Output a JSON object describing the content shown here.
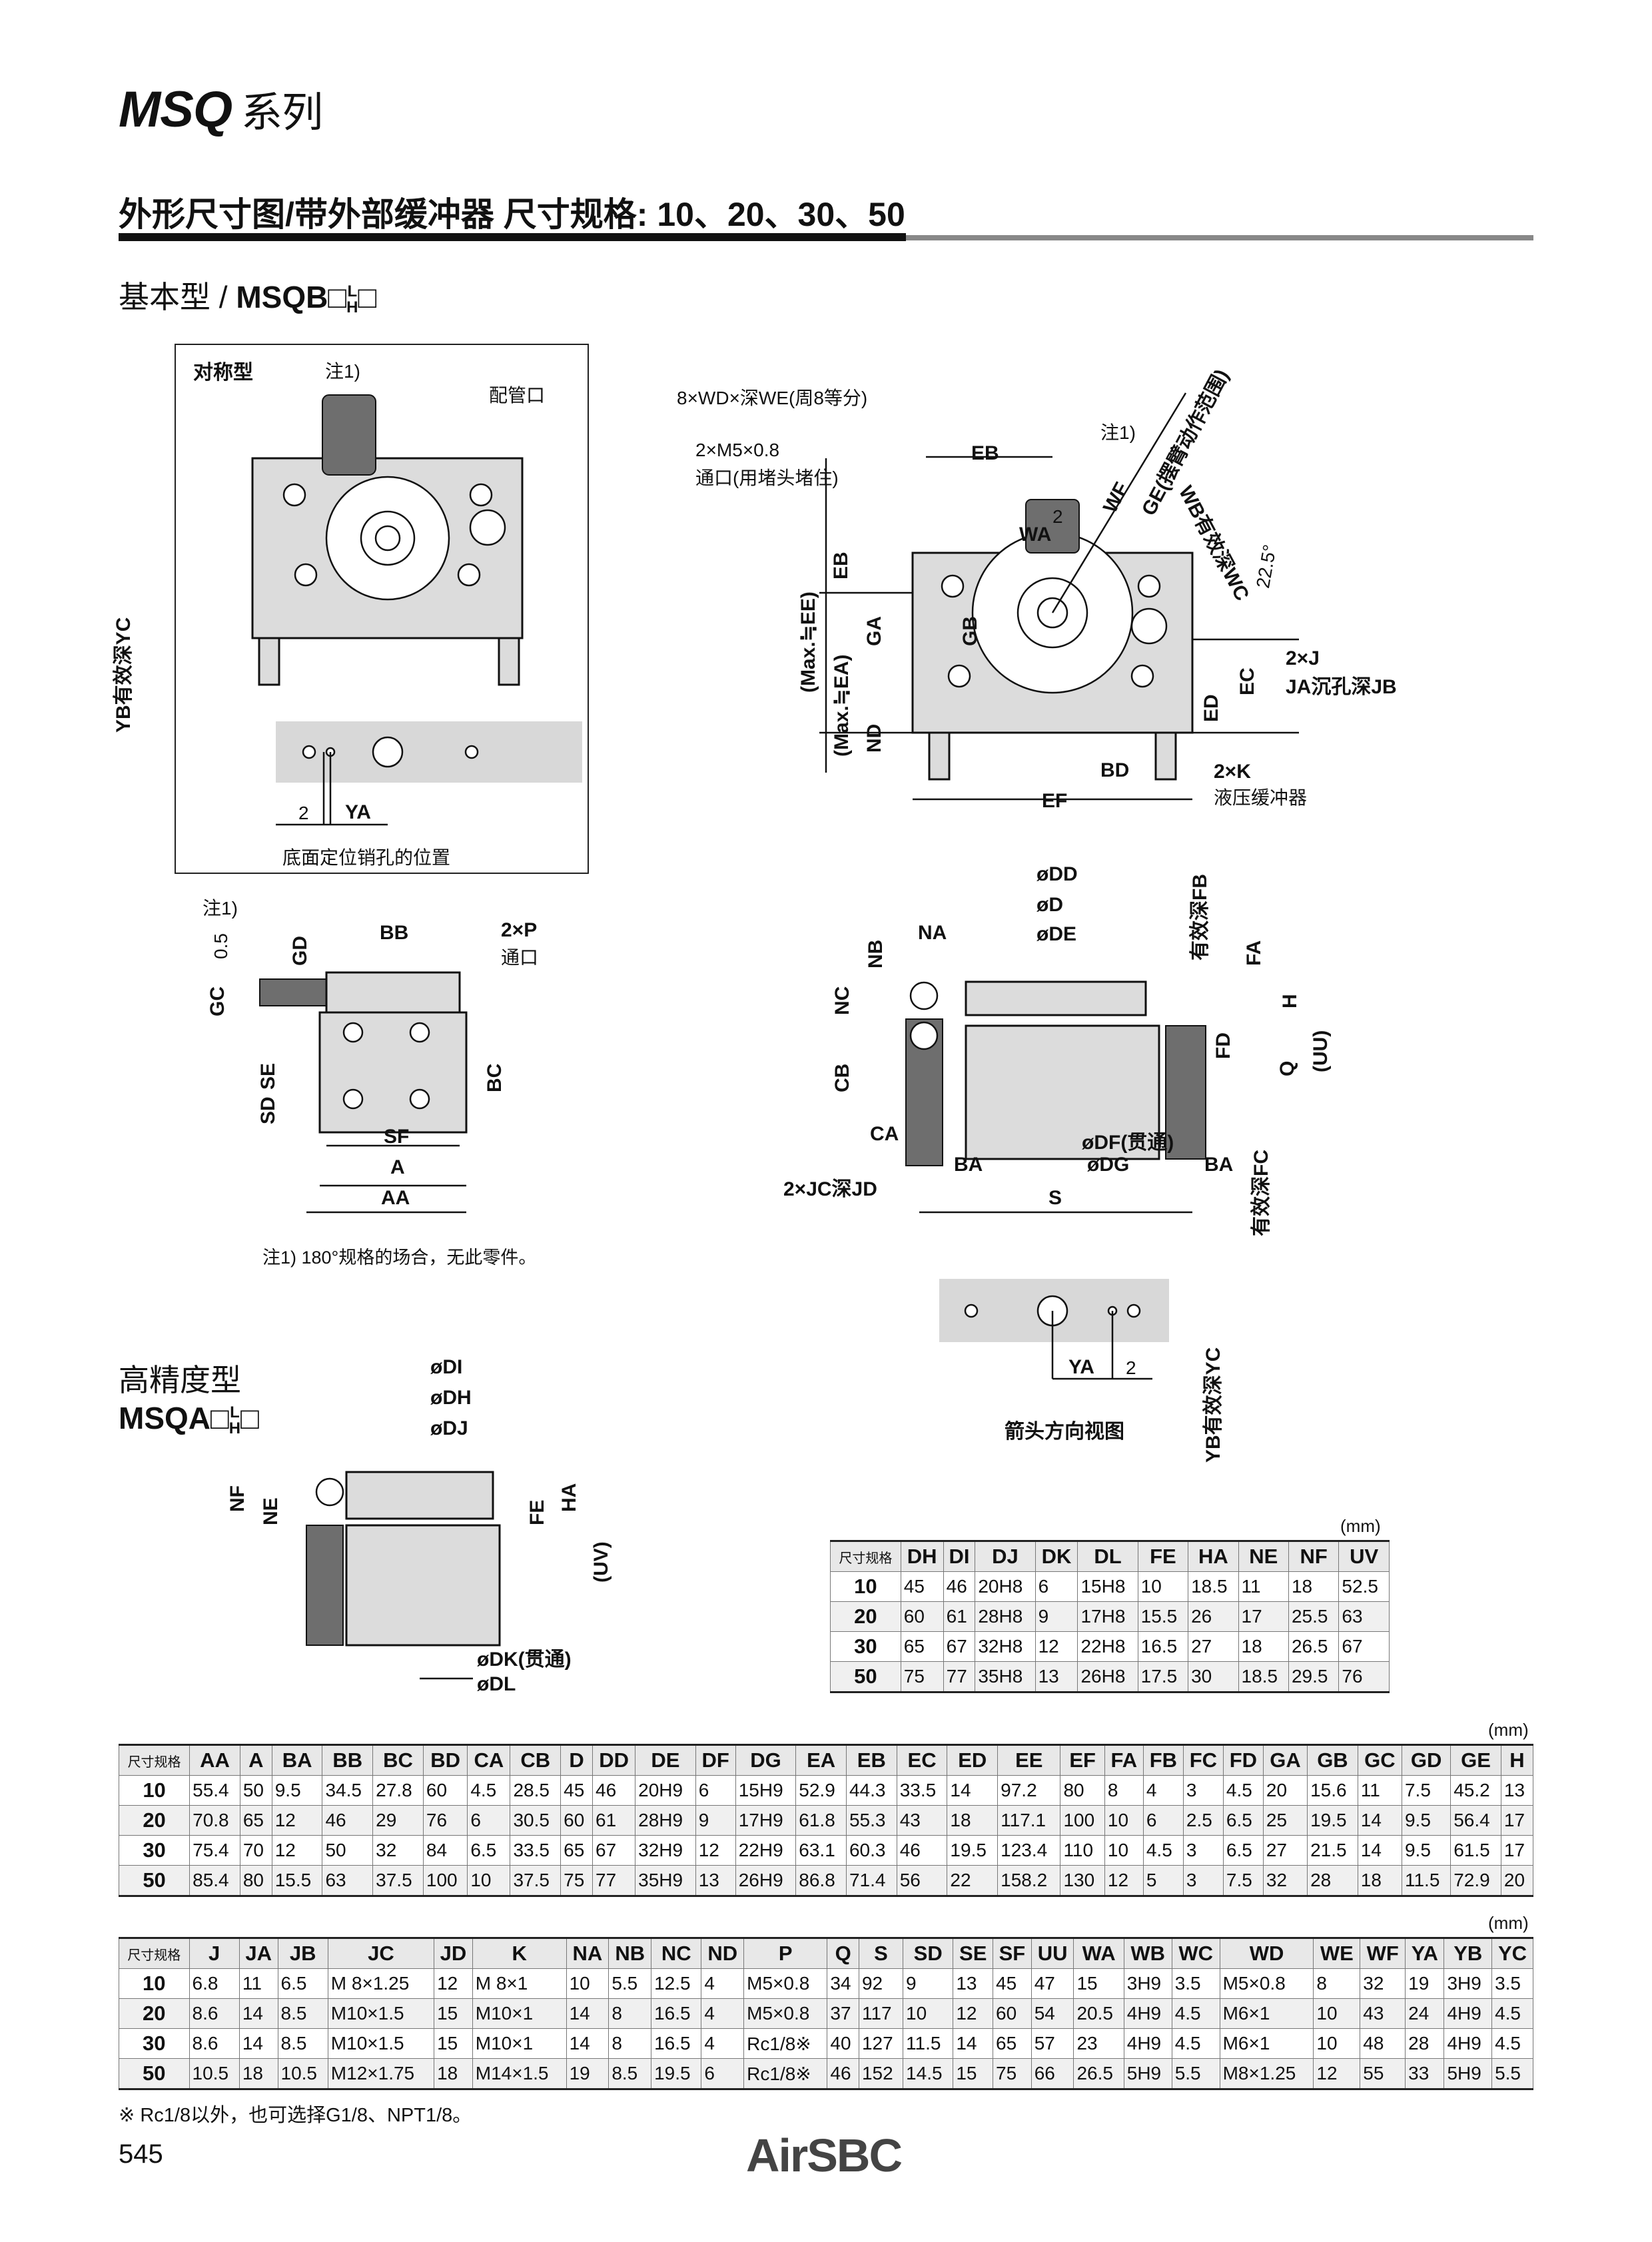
{
  "header": {
    "series_prefix": "MSQ",
    "series_suffix": "系列",
    "section_title": "外形尺寸图/带外部缓冲器 尺寸规格: 10、20、30、50"
  },
  "basic_type": {
    "label": "基本型",
    "model_prefix": "MSQB□",
    "model_sup": "L",
    "model_sub": "H",
    "model_suffix": "□"
  },
  "precision_type": {
    "label": "高精度型",
    "model_prefix": "MSQA□",
    "model_sup": "L",
    "model_sub": "H",
    "model_suffix": "□"
  },
  "drawing_labels": {
    "symmetric": "对称型",
    "note1": "注1)",
    "piping_port": "配管口",
    "yb_yc": "YB有效深YC",
    "bottom_pin": "底面定位销孔的位置",
    "dim_2": "2",
    "ya": "YA",
    "wd_we": "8×WD×深WE(周8等分)",
    "m5": "2×M5×0.8",
    "m5_note": "通口(用堵头堵住)",
    "eb": "EB",
    "note1b": "注1)",
    "ge": "GE(摆臂动作范围)",
    "wf": "WF",
    "wb_wc": "WB有效深WC",
    "wa": "WA",
    "two": "2",
    "angle": "22.5°",
    "ga": "GA",
    "gb": "GB",
    "max_ee": "(Max.≒EE)",
    "max_ea": "(Max.≒EA)",
    "nd": "ND",
    "ec": "EC",
    "ed": "ED",
    "j": "2×J",
    "ja_jb": "JA沉孔深JB",
    "bd": "BD",
    "k": "2×K",
    "shock": "液压缓冲器",
    "ef": "EF",
    "note1c": "注1)",
    "gd": "GD",
    "bb": "BB",
    "p": "2×P",
    "p_note": "通口",
    "gc": "GC",
    "half": "0.5",
    "se": "SE",
    "sd": "SD",
    "bc": "BC",
    "sf": "SF",
    "a": "A",
    "aa": "AA",
    "note_180": "注1) 180°规格的场合，无此零件。",
    "dd": "øDD",
    "d": "øD",
    "de": "øDE",
    "na": "NA",
    "nb": "NB",
    "nc": "NC",
    "fb": "有效深FB",
    "fa": "FA",
    "h": "H",
    "fd": "FD",
    "q": "Q",
    "uu": "(UU)",
    "cb": "CB",
    "ca": "CA",
    "df": "øDF(贯通)",
    "ba": "BA",
    "dg": "øDG",
    "ba2": "BA",
    "fc": "有效深FC",
    "jc_jd": "2×JC深JD",
    "s": "S",
    "ya2": "YA",
    "two2": "2",
    "yb_yc2": "YB有效深YC",
    "arrow_view": "箭头方向视图",
    "di": "øDI",
    "dh": "øDH",
    "dj": "øDJ",
    "nf": "NF",
    "ne": "NE",
    "fe": "FE",
    "ha": "HA",
    "uv": "(UV)",
    "dk": "øDK(贯通)",
    "dl": "øDL"
  },
  "table_small": {
    "unit": "(mm)",
    "headers": [
      "尺寸规格",
      "DH",
      "DI",
      "DJ",
      "DK",
      "DL",
      "FE",
      "HA",
      "NE",
      "NF",
      "UV"
    ],
    "rows": [
      [
        "10",
        "45",
        "46",
        "20H8",
        "6",
        "15H8",
        "10",
        "18.5",
        "11",
        "18",
        "52.5"
      ],
      [
        "20",
        "60",
        "61",
        "28H8",
        "9",
        "17H8",
        "15.5",
        "26",
        "17",
        "25.5",
        "63"
      ],
      [
        "30",
        "65",
        "67",
        "32H8",
        "12",
        "22H8",
        "16.5",
        "27",
        "18",
        "26.5",
        "67"
      ],
      [
        "50",
        "75",
        "77",
        "35H8",
        "13",
        "26H8",
        "17.5",
        "30",
        "18.5",
        "29.5",
        "76"
      ]
    ]
  },
  "table_main": {
    "unit": "(mm)",
    "headers": [
      "尺寸规格",
      "AA",
      "A",
      "BA",
      "BB",
      "BC",
      "BD",
      "CA",
      "CB",
      "D",
      "DD",
      "DE",
      "DF",
      "DG",
      "EA",
      "EB",
      "EC",
      "ED",
      "EE",
      "EF",
      "FA",
      "FB",
      "FC",
      "FD",
      "GA",
      "GB",
      "GC",
      "GD",
      "GE",
      "H"
    ],
    "rows": [
      [
        "10",
        "55.4",
        "50",
        "9.5",
        "34.5",
        "27.8",
        "60",
        "4.5",
        "28.5",
        "45",
        "46",
        "20H9",
        "6",
        "15H9",
        "52.9",
        "44.3",
        "33.5",
        "14",
        "97.2",
        "80",
        "8",
        "4",
        "3",
        "4.5",
        "20",
        "15.6",
        "11",
        "7.5",
        "45.2",
        "13"
      ],
      [
        "20",
        "70.8",
        "65",
        "12",
        "46",
        "29",
        "76",
        "6",
        "30.5",
        "60",
        "61",
        "28H9",
        "9",
        "17H9",
        "61.8",
        "55.3",
        "43",
        "18",
        "117.1",
        "100",
        "10",
        "6",
        "2.5",
        "6.5",
        "25",
        "19.5",
        "14",
        "9.5",
        "56.4",
        "17"
      ],
      [
        "30",
        "75.4",
        "70",
        "12",
        "50",
        "32",
        "84",
        "6.5",
        "33.5",
        "65",
        "67",
        "32H9",
        "12",
        "22H9",
        "63.1",
        "60.3",
        "46",
        "19.5",
        "123.4",
        "110",
        "10",
        "4.5",
        "3",
        "6.5",
        "27",
        "21.5",
        "14",
        "9.5",
        "61.5",
        "17"
      ],
      [
        "50",
        "85.4",
        "80",
        "15.5",
        "63",
        "37.5",
        "100",
        "10",
        "37.5",
        "75",
        "77",
        "35H9",
        "13",
        "26H9",
        "86.8",
        "71.4",
        "56",
        "22",
        "158.2",
        "130",
        "12",
        "5",
        "3",
        "7.5",
        "32",
        "28",
        "18",
        "11.5",
        "72.9",
        "20"
      ]
    ]
  },
  "table_bottom": {
    "unit": "(mm)",
    "headers": [
      "尺寸规格",
      "J",
      "JA",
      "JB",
      "JC",
      "JD",
      "K",
      "NA",
      "NB",
      "NC",
      "ND",
      "P",
      "Q",
      "S",
      "SD",
      "SE",
      "SF",
      "UU",
      "WA",
      "WB",
      "WC",
      "WD",
      "WE",
      "WF",
      "YA",
      "YB",
      "YC"
    ],
    "rows": [
      [
        "10",
        "6.8",
        "11",
        "6.5",
        "M 8×1.25",
        "12",
        "M 8×1",
        "10",
        "5.5",
        "12.5",
        "4",
        "M5×0.8",
        "34",
        "92",
        "9",
        "13",
        "45",
        "47",
        "15",
        "3H9",
        "3.5",
        "M5×0.8",
        "8",
        "32",
        "19",
        "3H9",
        "3.5"
      ],
      [
        "20",
        "8.6",
        "14",
        "8.5",
        "M10×1.5",
        "15",
        "M10×1",
        "14",
        "8",
        "16.5",
        "4",
        "M5×0.8",
        "37",
        "117",
        "10",
        "12",
        "60",
        "54",
        "20.5",
        "4H9",
        "4.5",
        "M6×1",
        "10",
        "43",
        "24",
        "4H9",
        "4.5"
      ],
      [
        "30",
        "8.6",
        "14",
        "8.5",
        "M10×1.5",
        "15",
        "M10×1",
        "14",
        "8",
        "16.5",
        "4",
        "Rc1/8※",
        "40",
        "127",
        "11.5",
        "14",
        "65",
        "57",
        "23",
        "4H9",
        "4.5",
        "M6×1",
        "10",
        "48",
        "28",
        "4H9",
        "4.5"
      ],
      [
        "50",
        "10.5",
        "18",
        "10.5",
        "M12×1.75",
        "18",
        "M14×1.5",
        "19",
        "8.5",
        "19.5",
        "6",
        "Rc1/8※",
        "46",
        "152",
        "14.5",
        "15",
        "75",
        "66",
        "26.5",
        "5H9",
        "5.5",
        "M8×1.25",
        "12",
        "55",
        "33",
        "5H9",
        "5.5"
      ]
    ]
  },
  "footer": {
    "note": "※ Rc1/8以外，也可选择G1/8、NPT1/8。",
    "page": "545",
    "logo": "AirSBC"
  }
}
